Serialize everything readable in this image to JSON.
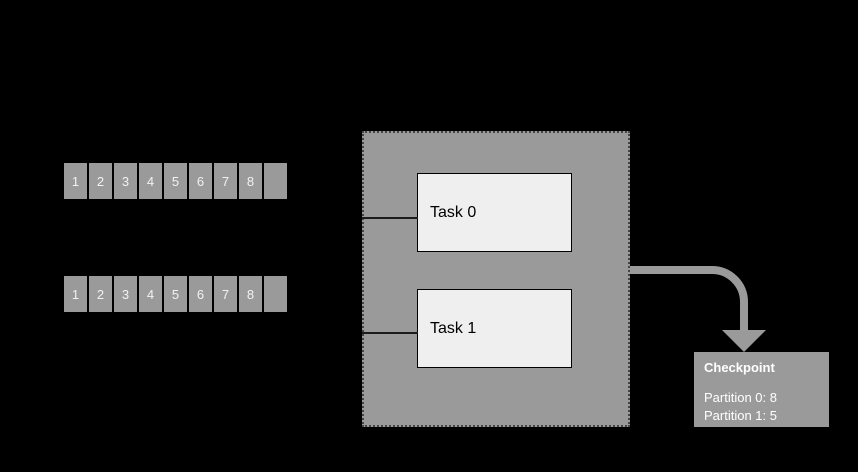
{
  "diagram": {
    "partitions": [
      {
        "id": "partition-0",
        "cells": [
          "1",
          "2",
          "3",
          "4",
          "5",
          "6",
          "7",
          "8",
          ""
        ]
      },
      {
        "id": "partition-1",
        "cells": [
          "1",
          "2",
          "3",
          "4",
          "5",
          "6",
          "7",
          "8",
          ""
        ]
      }
    ],
    "container": {
      "tasks": [
        {
          "label": "Task 0"
        },
        {
          "label": "Task 1"
        }
      ]
    },
    "checkpoint": {
      "title": "Checkpoint",
      "entries": [
        "Partition 0: 8",
        "Partition 1: 5"
      ]
    },
    "colors": {
      "background": "#000000",
      "gray": "#9a9a9a",
      "task_fill": "#efefef",
      "border_dotted": "#454545",
      "cell_text": "#f2f2f2",
      "task_text": "#000000",
      "checkpoint_text": "#ffffff"
    }
  }
}
